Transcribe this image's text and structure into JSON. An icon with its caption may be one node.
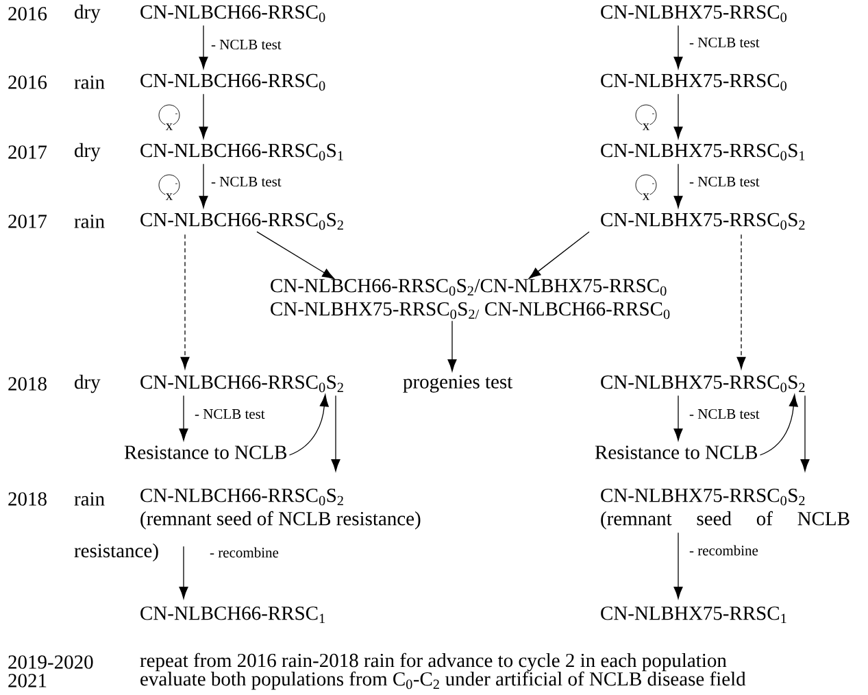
{
  "diagram": {
    "nodes": [
      {
        "text": [
          "CN-NLBCH66-RRSC$_{0}$"
        ]
      },
      {
        "text": [
          "CN-NLBCH66-RRSC$_{0}$"
        ]
      },
      {
        "text": [
          "CN-NLBCH66-RRSC$_{0}$S$_{1}$"
        ]
      },
      {
        "text": [
          "CN-NLBCH66-RRSC$_{0}$S$_{2}$"
        ]
      },
      {
        "text": [
          "CN-NLBHX75-RRSC$_{0}$"
        ]
      },
      {
        "text": [
          "CN-NLBHX75-RRSC$_{0}$"
        ]
      },
      {
        "text": [
          "CN-NLBHX75-RRSC$_{0}$S$_{1}$"
        ]
      },
      {
        "text": [
          "CN-NLBHX75-RRSC$_{0}$S$_{2}$"
        ]
      },
      {
        "text": [
          "CN-NLBCH66-RRSC$_{0}$S$_{2}$/CN-NLBHX75-RRSC$_{0}$",
          "CN-NLBHX75-RRSC$_{0}$S$_{2/}$ CN-NLBCH66-RRSC$_{0}$"
        ]
      },
      {
        "text": [
          "CN-NLBCH66-RRSC$_{0}$S$_{2}$"
        ]
      },
      {
        "text": [
          "progenies test"
        ]
      },
      {
        "text": [
          "CN-NLBHX75-RRSC$_{0}$S$_{2}$"
        ]
      },
      {
        "text": [
          "Resistance to NCLB"
        ]
      },
      {
        "text": [
          "Resistance to NCLB"
        ]
      },
      {
        "text": [
          "CN-NLBCH66-RRSC$_{0}$S$_{2}$",
          "(remnant seed of NCLB resistance)"
        ]
      },
      {
        "text": [
          "CN-NLBHX75-RRSC$_{0}$S$_{2}$",
          "(remnant seed of NCLB"
        ]
      },
      {
        "text": [
          "CN-NLBCH66-RRSC$_{1}$"
        ]
      },
      {
        "text": [
          "CN-NLBHX75-RRSC$_{1}$"
        ]
      }
    ],
    "edges": [
      {
        "from": 0,
        "to": 1,
        "arrow": "to",
        "label": "- NCLB test"
      },
      {
        "from": 1,
        "to": 2,
        "arrow": "to"
      },
      {
        "from": 2,
        "to": 3,
        "arrow": "to",
        "label": "- NCLB test"
      },
      {
        "from": 4,
        "to": 5,
        "arrow": "to",
        "label": "- NCLB test"
      },
      {
        "from": 5,
        "to": 6,
        "arrow": "to"
      },
      {
        "from": 6,
        "to": 7,
        "arrow": "to",
        "label": "- NCLB test"
      },
      {
        "from": 3,
        "to": 8,
        "arrow": "to"
      },
      {
        "from": 7,
        "to": 8,
        "arrow": "to"
      },
      {
        "from": 3,
        "to": 9,
        "arrow": "to",
        "style": "dashed"
      },
      {
        "from": 7,
        "to": 11,
        "arrow": "to",
        "style": "dashed"
      },
      {
        "from": 8,
        "to": 10,
        "arrow": "to"
      },
      {
        "from": 9,
        "to": 12,
        "arrow": "to",
        "label": "- NCLB test"
      },
      {
        "from": 12,
        "to": 9,
        "arrow": "to"
      },
      {
        "from": 9,
        "to": 14,
        "arrow": "to"
      },
      {
        "from": 11,
        "to": 13,
        "arrow": "to",
        "label": "- NCLB test"
      },
      {
        "from": 13,
        "to": 11,
        "arrow": "to"
      },
      {
        "from": 11,
        "to": 15,
        "arrow": "to"
      },
      {
        "from": 14,
        "to": 16,
        "arrow": "to",
        "label": "- recombine"
      },
      {
        "from": 15,
        "to": 17,
        "arrow": "to",
        "label": "- recombine"
      }
    ],
    "labels": [
      "2016",
      "dry",
      "2016",
      "rain",
      "2017",
      "dry",
      "2017",
      "rain",
      "2018",
      "dry",
      "2018",
      "rain",
      "x",
      "x",
      "x",
      "x",
      "resistance)",
      "2019-2020",
      "repeat from 2016 rain-2018 rain for advance to cycle 2 in each population",
      "2021",
      "evaluate both populations from C$_{0}$-C$_{2}$ under artificial of NCLB disease field"
    ]
  }
}
